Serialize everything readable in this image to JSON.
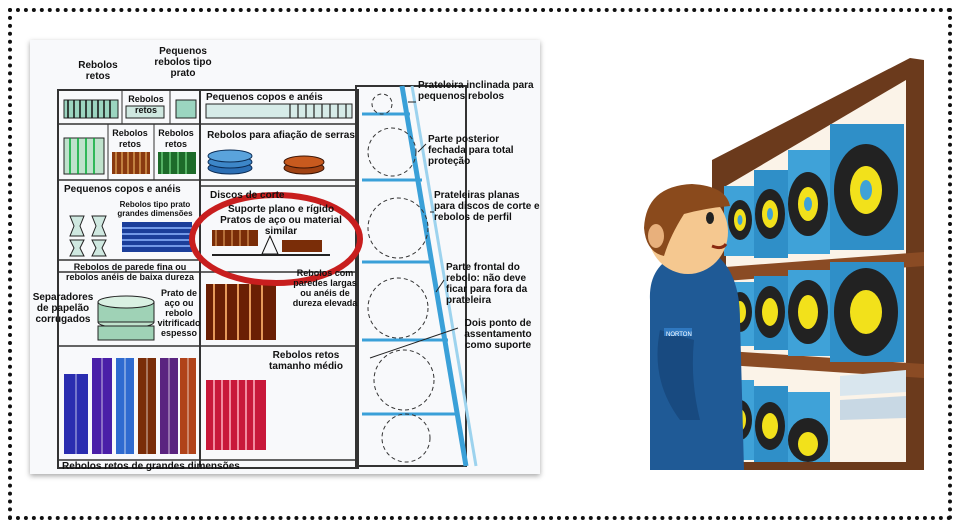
{
  "labels": {
    "rebolos_retos": "Rebolos retos",
    "pequenos_rebolos_prato": "Pequenos rebolos tipo prato",
    "rebolos_retos_small": "Rebolos retos",
    "rebolos_retos_b": "Rebolos retos",
    "rebolos_retos_c": "Rebolos retos",
    "pequenos_copos_top": "Pequenos copos e anéis",
    "rebolos_afiacao": "Rebolos para afiação de serras",
    "pequenos_copos_mid": "Pequenos copos e anéis",
    "rebolos_prato_grandes": "Rebolos tipo prato grandes dimensões",
    "discos_corte": "Discos de corte",
    "suporte_plano": "Suporte plano e rígido",
    "pratos_aco": "Pratos de aço ou material similar",
    "parede_fina": "Rebolos de parede fina ou rebolos anéis de baixa dureza",
    "rebolos_paredes_largas": "Rebolos com paredes largas ou anéis de dureza elevada",
    "separadores": "Separadores de papelão corrugados",
    "prato_aco_vitrificado": "Prato de aço ou rebolo vitrificado espesso",
    "rebolos_tamanho_medio": "Rebolos retos tamanho médio",
    "rebolos_grandes": "Rebolos retos de grandes dimensões",
    "prateleira_inclinada": "Prateleira inclinada para pequenos rebolos",
    "parte_posterior": "Parte posterior fechada para total proteção",
    "prateleiras_planas": "Prateleiras planas para discos de corte e rebolos de perfil",
    "parte_frontal": "Parte frontal do rebolo: não deve ficar para fora da prateleira",
    "dois_pontos": "Dois ponto de assentamento como suporte"
  },
  "colors": {
    "highlight_circle": "#c81e1e",
    "shelf_blue": "#3aa0d8",
    "wood": "#7a3b1c"
  },
  "illustration": {
    "badge_text": "NORTON"
  }
}
